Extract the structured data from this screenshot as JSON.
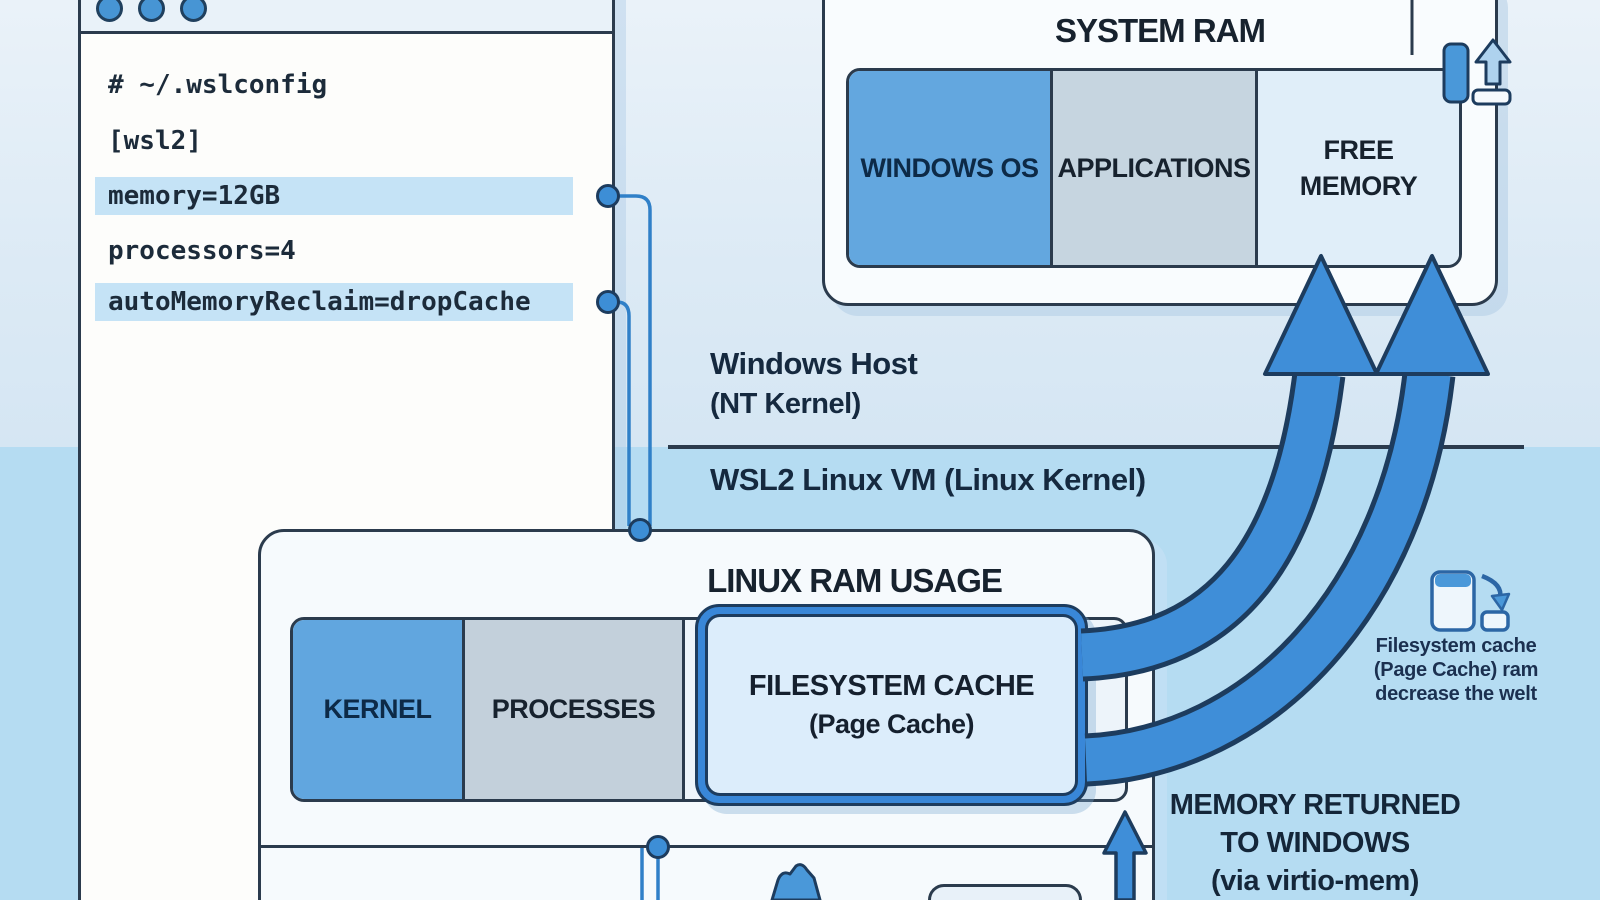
{
  "colors": {
    "panel_border": "#2b3b4d",
    "accent_blue": "#3f8ed8",
    "connector_blue": "#3080c8",
    "highlight_blue": "#c5e3f6",
    "segment_blue": "#63a7df",
    "segment_gray": "#c6d5e0",
    "segment_light": "#e0eef9",
    "wsl_background": "#b5dcf2",
    "host_background": "#e4eef7",
    "cache_border": "#3987d8"
  },
  "config_window": {
    "lines": [
      {
        "text": "# ~/.wslconfig",
        "highlight": false
      },
      {
        "text": "[wsl2]",
        "highlight": false
      },
      {
        "text": "memory=12GB",
        "highlight": true
      },
      {
        "text": "processors=4",
        "highlight": false
      },
      {
        "text": "autoMemoryReclaim=dropCache",
        "highlight": true
      }
    ]
  },
  "system_ram": {
    "title": "SYSTEM RAM",
    "segments": [
      {
        "label": "WINDOWS OS"
      },
      {
        "label": "APPLICATIONS"
      },
      {
        "label": "FREE MEMORY"
      }
    ]
  },
  "labels": {
    "host_title": "Windows Host",
    "host_sub": "(NT Kernel)",
    "vm_title": "WSL2 Linux VM ",
    "vm_sub": "(Linux Kernel)"
  },
  "linux_ram": {
    "title": "LINUX RAM USAGE",
    "segments": [
      {
        "label": "KERNEL"
      },
      {
        "label": "PROCESSES"
      }
    ],
    "cache": {
      "title": "FILESYSTEM CACHE",
      "subtitle": "(Page Cache)"
    }
  },
  "cache_note": {
    "line1": "Filesystem cache",
    "line2": "(Page Cache) ram",
    "line3": "decrease the welt"
  },
  "memory_returned": {
    "line1": "MEMORY RETURNED",
    "line2": "TO WINDOWS",
    "line3": "(via virtio-mem)"
  }
}
